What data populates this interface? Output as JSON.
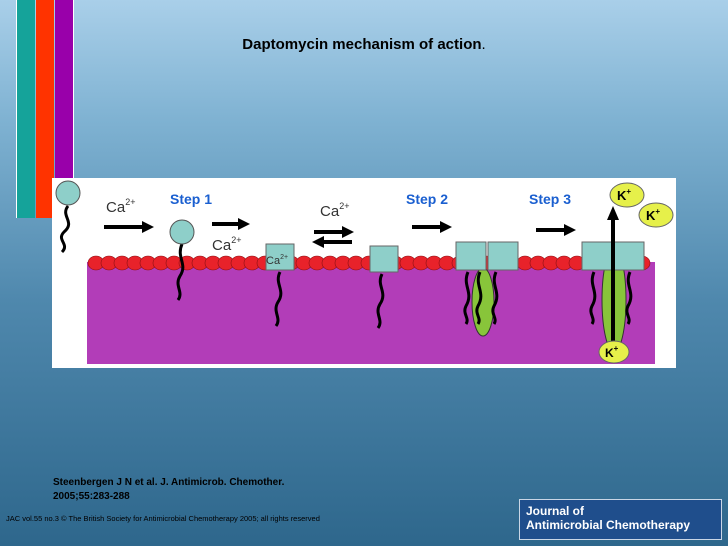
{
  "slide": {
    "title": "Daptomycin mechanism of action",
    "title_period": "."
  },
  "diagram": {
    "calcium_label": "Ca",
    "calcium_charge": "2+",
    "step1_label": "Step 1",
    "step2_label": "Step 2",
    "step3_label": "Step 3",
    "potassium_label": "K",
    "potassium_charge": "+"
  },
  "citation": {
    "line1": "Steenbergen J N et al. J. Antimicrob. Chemother.",
    "line2": "2005;55:283-288"
  },
  "footer": {
    "copyright": "JAC vol.55 no.3 © The British Society for Antimicrobial Chemotherapy 2005; all rights reserved"
  },
  "journal_logo": {
    "line1": "Journal of",
    "line2": "Antimicrobial Chemotherapy"
  },
  "colors": {
    "stripe_teal": "#15a39a",
    "stripe_red": "#ff3300",
    "stripe_purple": "#9900aa",
    "membrane": "#b23db8",
    "lipid_heads": "#e8222a",
    "daptomycin_head": "#8ecfc9",
    "pore": "#88c53a",
    "potassium": "#e6f04a",
    "step_label": "#1a5fd0"
  }
}
